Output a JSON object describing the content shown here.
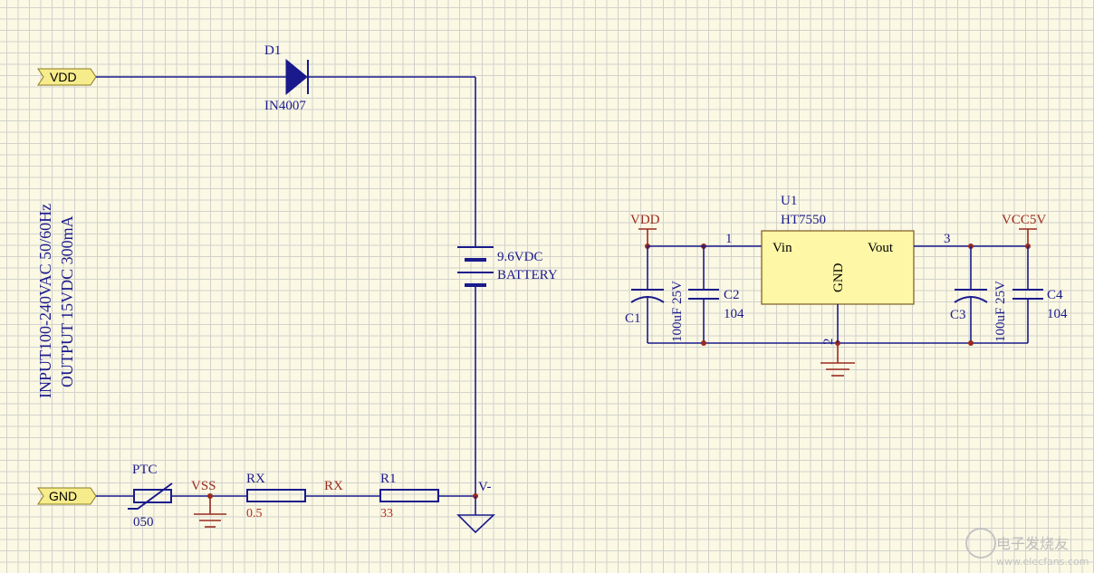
{
  "ports": {
    "vdd": "VDD",
    "gnd": "GND"
  },
  "diode": {
    "ref": "D1",
    "value": "IN4007"
  },
  "battery": {
    "voltage": "9.6VDC",
    "label": "BATTERY"
  },
  "note": {
    "line1": "INPUT100-240VAC 50/60Hz",
    "line2": "OUTPUT 15VDC 300mA"
  },
  "ptc": {
    "ref": "PTC",
    "value": "050"
  },
  "vss": "VSS",
  "rx1": {
    "ref": "RX",
    "value": "0.5"
  },
  "rx_net": "RX",
  "r1": {
    "ref": "R1",
    "value": "33"
  },
  "vminus": "V-",
  "regulator": {
    "ref": "U1",
    "part": "HT7550",
    "pin_vin": "Vin",
    "pin_vout": "Vout",
    "pin_gnd": "GND",
    "pin1": "1",
    "pin2": "2",
    "pin3": "3"
  },
  "power_in": "VDD",
  "power_out": "VCC5V",
  "c1": {
    "ref": "C1",
    "value": "100uF 25V"
  },
  "c2": {
    "ref": "C2",
    "value": "104"
  },
  "c3": {
    "ref": "C3",
    "value": "100uF 25V"
  },
  "c4": {
    "ref": "C4",
    "value": "104"
  },
  "watermark": "电子发烧友",
  "watermark_url": "www.elecfans.com",
  "colors": {
    "background": "#fbf8e4",
    "grid": "#d2d2cc",
    "wire": "#1a1a8c",
    "power_symbol": "#9a2a1e",
    "port_fill": "#f7ec8c",
    "ic_fill": "#fdf7a6"
  }
}
